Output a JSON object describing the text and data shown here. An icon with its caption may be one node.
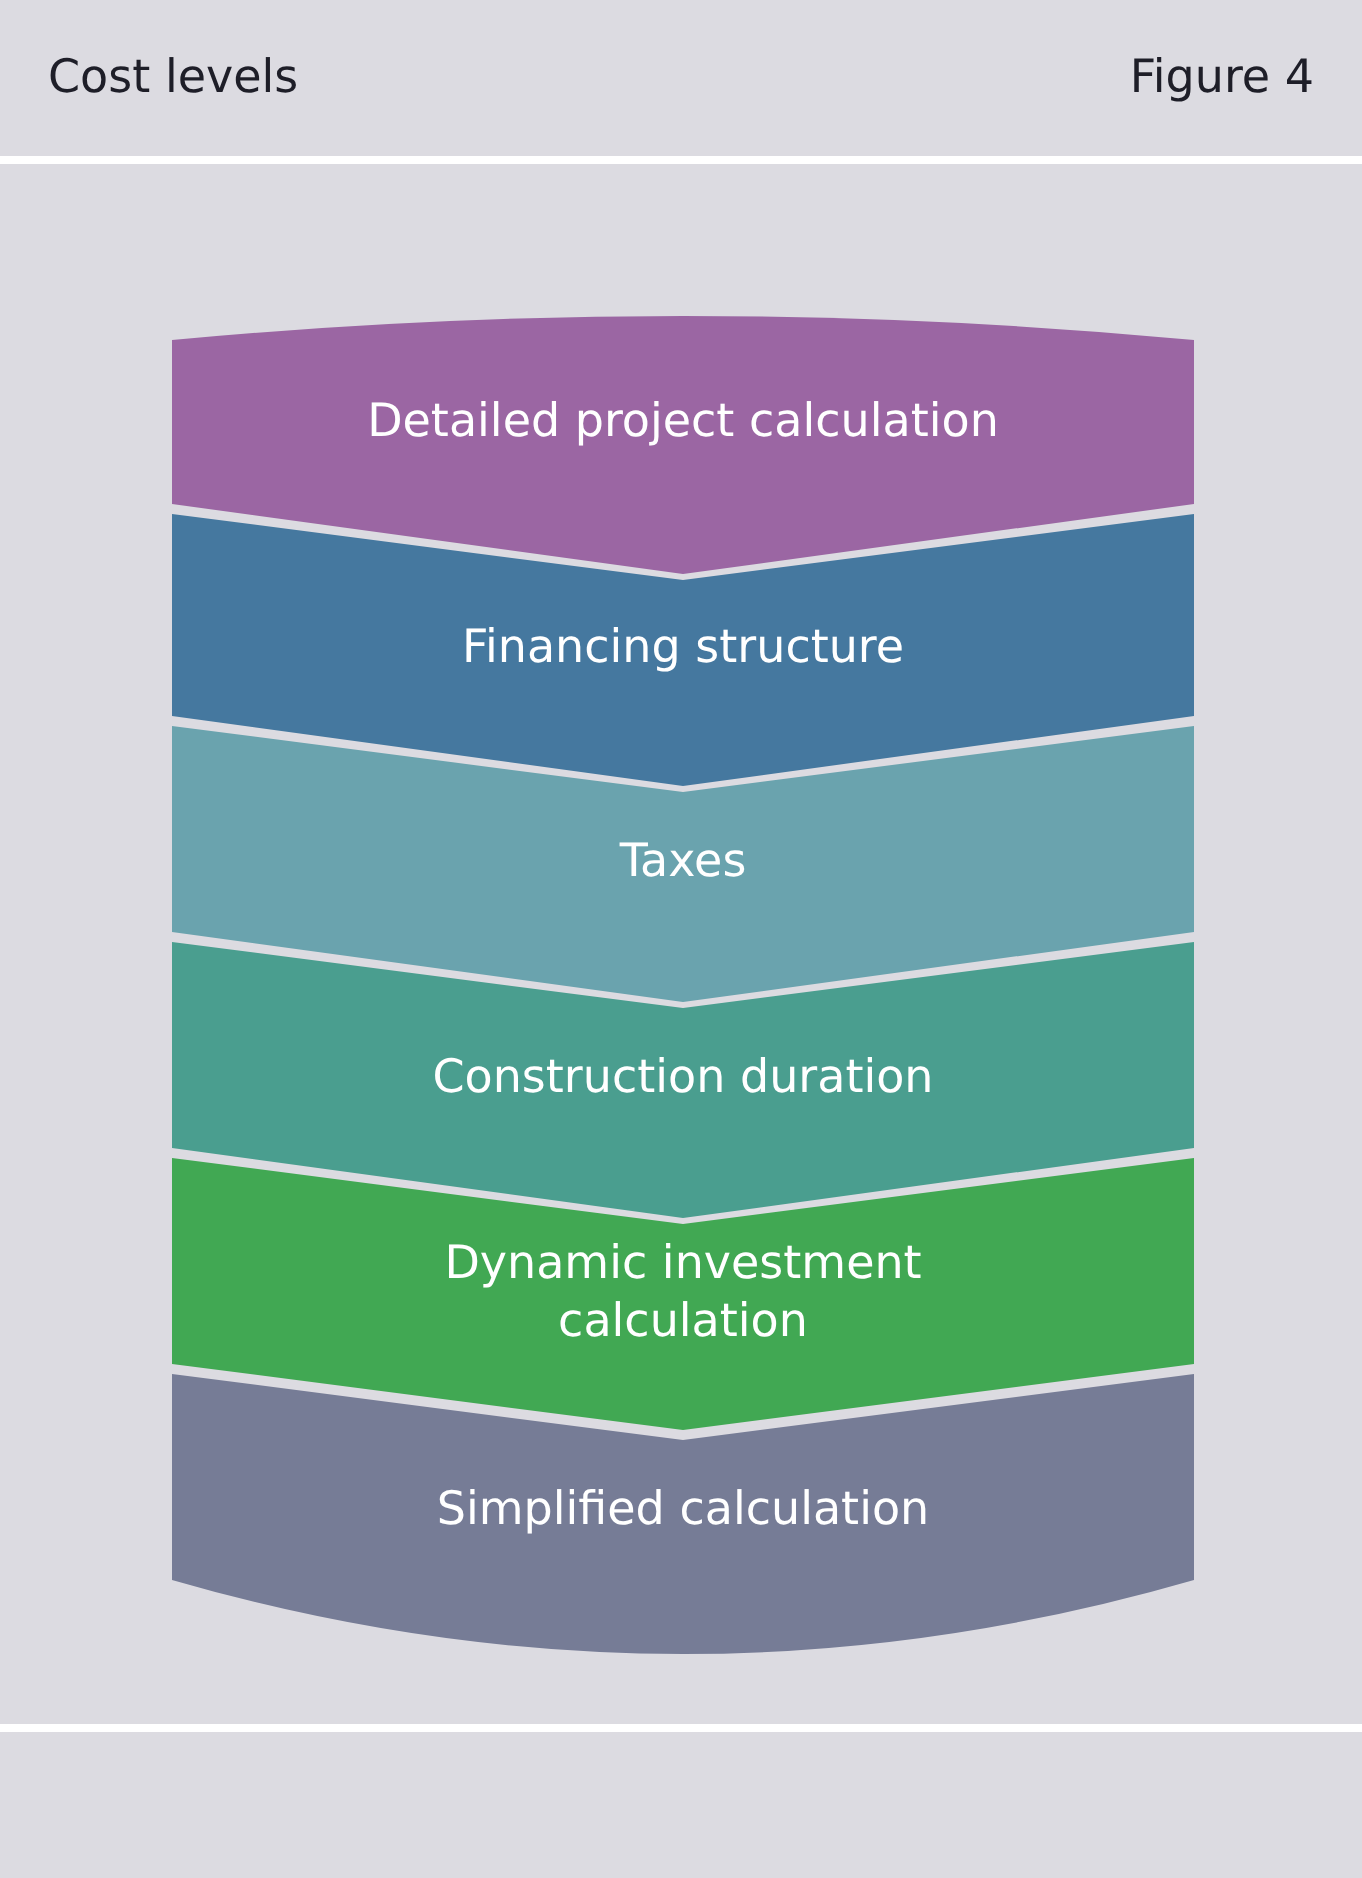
{
  "diagram": {
    "title": "Cost levels",
    "nodes": [
      {
        "text": [
          "Detailed project calculation"
        ]
      },
      {
        "text": [
          "Financing structure"
        ]
      },
      {
        "text": [
          "Taxes"
        ]
      },
      {
        "text": [
          "Construction duration"
        ]
      },
      {
        "text": [
          "Dynamic investment calculation"
        ]
      },
      {
        "text": [
          "Simplified calculation"
        ]
      }
    ],
    "labels": [
      "Figure 4"
    ]
  }
}
